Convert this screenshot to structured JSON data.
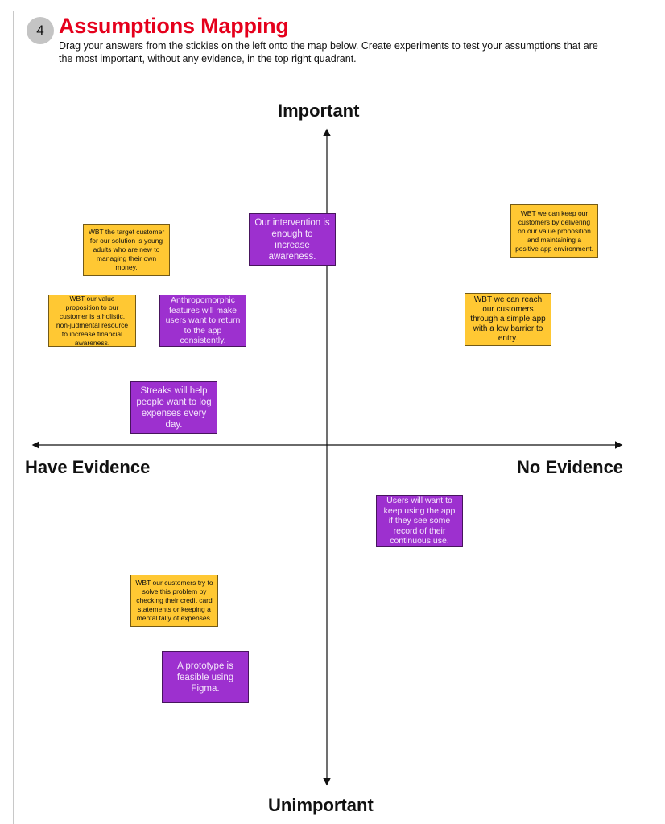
{
  "header": {
    "step_number": "4",
    "title": "Assumptions Mapping",
    "instructions": "Drag your answers from the stickies on the left onto the map below. Create experiments to test your assumptions that are the most important, without any evidence, in the top right quadrant."
  },
  "axes": {
    "top": "Important",
    "bottom": "Unimportant",
    "left": "Have Evidence",
    "right": "No Evidence"
  },
  "stickies": [
    {
      "text": "WBT the target customer for our solution is young adults who are new to managing their own money.",
      "color": "yellow"
    },
    {
      "text": "Our intervention is enough to increase awareness.",
      "color": "purple"
    },
    {
      "text": "WBT we can keep our customers by delivering on our value proposition and maintaining a positive app environment.",
      "color": "yellow"
    },
    {
      "text": "WBT our value proposition to our customer is a holistic, non-judmental resource to increase financial awareness.",
      "color": "yellow"
    },
    {
      "text": "Anthropomorphic features will make users want to return to the app consistently.",
      "color": "purple"
    },
    {
      "text": "WBT we can reach our customers through a simple app with a low barrier to entry.",
      "color": "yellow"
    },
    {
      "text": "Streaks will help people want to log expenses every day.",
      "color": "purple"
    },
    {
      "text": "Users will want to keep using the app if they see some record of their continuous use.",
      "color": "purple"
    },
    {
      "text": "WBT our customers try to solve this problem by checking their credit card statements or keeping a mental tally of expenses.",
      "color": "yellow"
    },
    {
      "text": "A prototype is feasible using Figma.",
      "color": "purple"
    }
  ],
  "colors": {
    "title_red": "#e5001c",
    "sticky_yellow": "#ffc833",
    "sticky_purple": "#9d30cf"
  }
}
